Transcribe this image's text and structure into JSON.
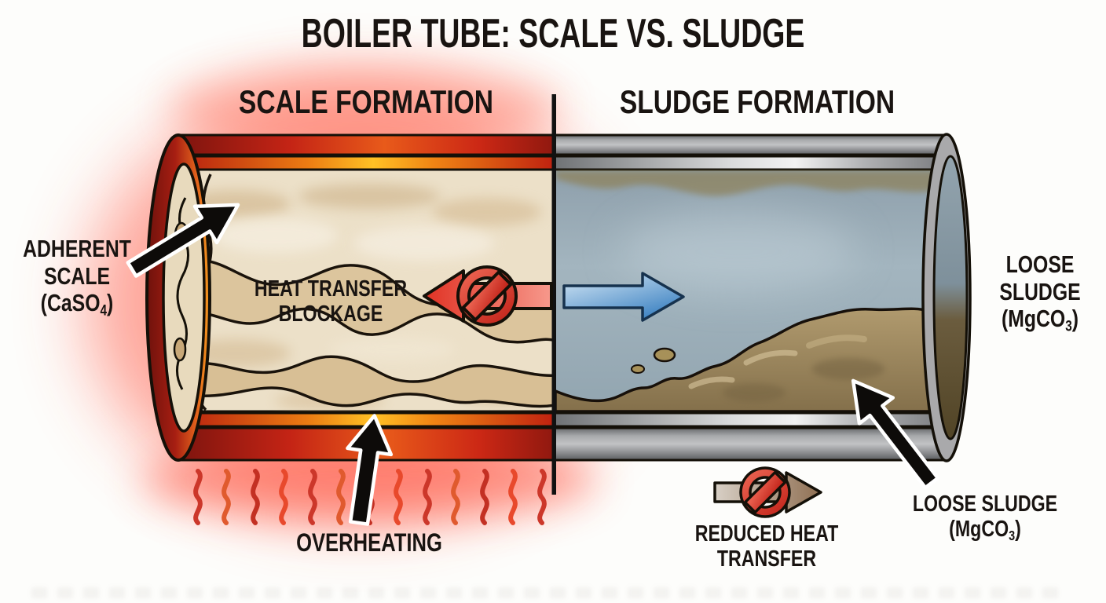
{
  "title": "BOILER TUBE: SCALE VS. SLUDGE",
  "sections": {
    "scale": {
      "header": "SCALE FORMATION"
    },
    "sludge": {
      "header": "SLUDGE FORMATION"
    }
  },
  "labels": {
    "adherent_scale": {
      "line1": "ADHERENT",
      "line2": "SCALE",
      "formula_pre": "(CaSO",
      "formula_sub": "4",
      "formula_post": ")"
    },
    "heat_transfer_blockage": {
      "line1": "HEAT TRANSFER",
      "line2": "BLOCKAGE"
    },
    "loose_sludge_side": {
      "line1": "LOOSE",
      "line2": "SLUDGE",
      "formula_pre": "(MgCO",
      "formula_sub": "3",
      "formula_post": ")"
    },
    "overheating": "OVERHEATING",
    "reduced_heat_transfer": {
      "line1": "REDUCED HEAT",
      "line2": "TRANSFER"
    },
    "loose_sludge_bottom": {
      "line1": "LOOSE SLUDGE",
      "formula_pre": "(MgCO",
      "formula_sub": "3",
      "formula_post": ")"
    }
  },
  "icons": {
    "no_entry_left": "no-entry-icon",
    "no_entry_right": "no-entry-icon",
    "heat_waves": "heat-waves-icon",
    "overheating_arrow": "up-arrow-icon",
    "adherent_scale_arrow": "pointer-arrow-icon",
    "loose_sludge_arrow": "pointer-arrow-icon",
    "water_flow_arrow": "right-arrow-icon",
    "blocked_heat_arrow": "left-arrow-icon",
    "reduced_heat_arrow": "right-arrow-icon"
  },
  "colors": {
    "hot_red": "#d0261a",
    "hot_orange": "#f59a1c",
    "glow_pink": "#ff5a45",
    "steel_gray": "#9b9da0",
    "water_blue_gray": "#9fb2bd",
    "sludge_tan": "#a18b5f",
    "scale_cream": "#e9dcc2",
    "flow_blue": "#3d85c4",
    "prohibition_red": "#d6342a",
    "text_black": "#191411",
    "background": "#fdfdfb"
  }
}
